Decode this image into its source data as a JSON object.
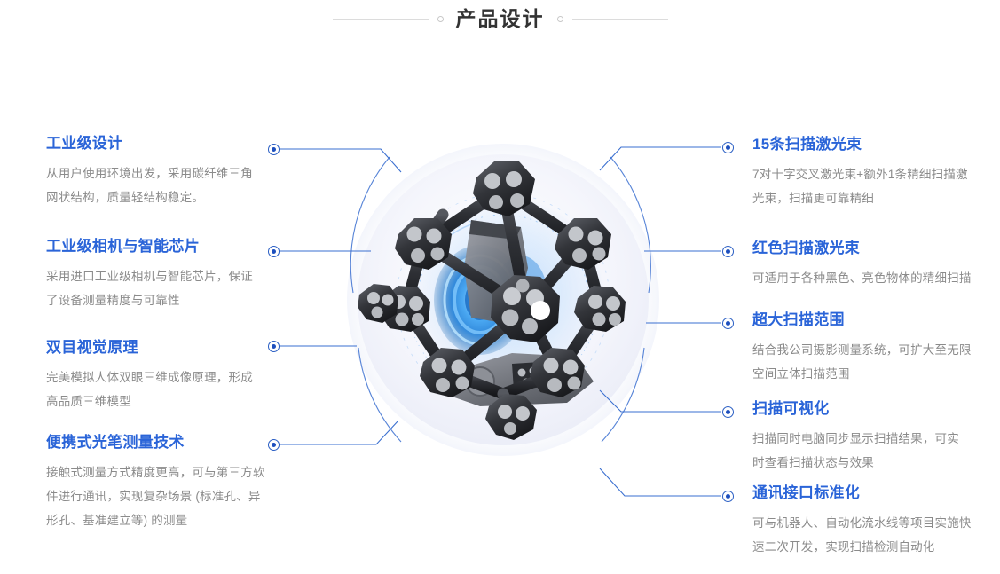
{
  "header": {
    "title": "产品设计",
    "left_rule": "decorative-line",
    "right_rule": "decorative-line"
  },
  "hero": {
    "alt": "三维激光扫描仪设备",
    "disc_color": "#eceef8",
    "glow_color": "#4096f5",
    "frame_color": "#2f3136"
  },
  "theme": {
    "heading_color": "#2a64d8",
    "body_color": "#8b8b8b",
    "line_color": "#3a6fd0",
    "marker_ring": "#2b5fc4",
    "marker_dot": "#1d4fbe",
    "title_color": "#333333",
    "rule_color": "#dcdcdc"
  },
  "features_left": [
    {
      "title": "工业级设计",
      "desc": "从用户使用环境出发，采用碳纤维三角网状结构，质量轻结构稳定。"
    },
    {
      "title": "工业级相机与智能芯片",
      "desc": "采用进口工业级相机与智能芯片，保证了设备测量精度与可靠性"
    },
    {
      "title": "双目视觉原理",
      "desc": "完美模拟人体双眼三维成像原理，形成高品质三维模型"
    },
    {
      "title": "便携式光笔测量技术",
      "desc": "接触式测量方式精度更高，可与第三方软件进行通讯，实现复杂场景 (标准孔、异形孔、基准建立等) 的测量"
    }
  ],
  "features_right": [
    {
      "title": "15条扫描激光束",
      "desc": "7对十字交叉激光束+额外1条精细扫描激光束，扫描更可靠精细"
    },
    {
      "title": "红色扫描激光束",
      "desc": "可适用于各种黑色、亮色物体的精细扫描"
    },
    {
      "title": "超大扫描范围",
      "desc": "结合我公司摄影测量系统，可扩大至无限空间立体扫描范围"
    },
    {
      "title": "扫描可视化",
      "desc": "扫描同时电脑同步显示扫描结果，可实时查看扫描状态与效果"
    },
    {
      "title": "通讯接口标准化",
      "desc": "可与机器人、自动化流水线等项目实施快速二次开发，实现扫描检测自动化"
    }
  ]
}
